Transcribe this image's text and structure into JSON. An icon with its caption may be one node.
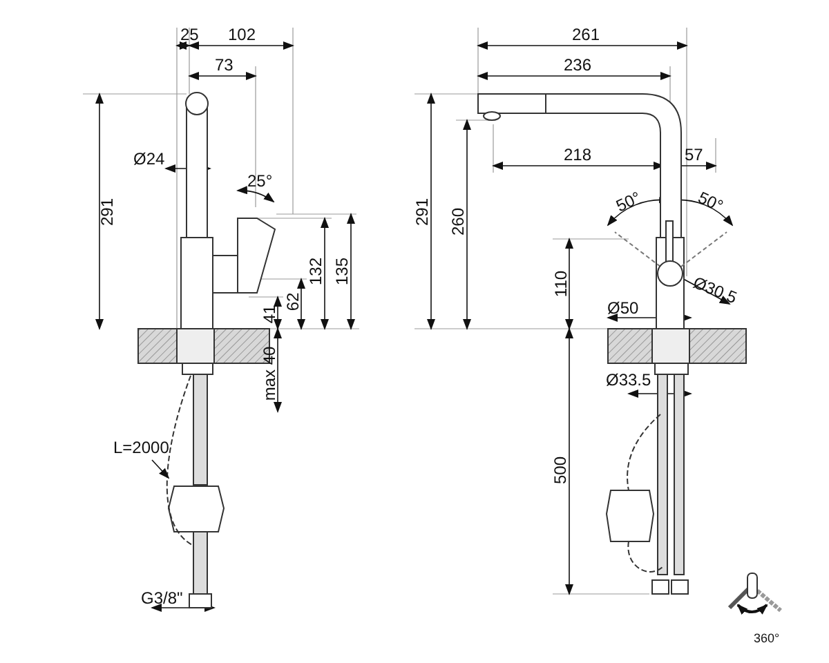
{
  "diagram": {
    "nodes": [
      {
        "text": [
          "L=2000"
        ]
      },
      {
        "text": [],
        "shape": "hose"
      }
    ],
    "edges": [
      {
        "from": 0,
        "to": 1,
        "arrow": "to"
      }
    ],
    "labels": [
      "25",
      "102",
      "73",
      "261",
      "236",
      "291",
      "Ø24",
      "25°",
      "218",
      "57",
      "291",
      "260",
      "50°",
      "50°",
      "132",
      "135",
      "62",
      "41",
      "110",
      "Ø30.5",
      "Ø50",
      "max 40",
      "Ø33.5",
      "500",
      "G3/8\"",
      "360°"
    ]
  }
}
